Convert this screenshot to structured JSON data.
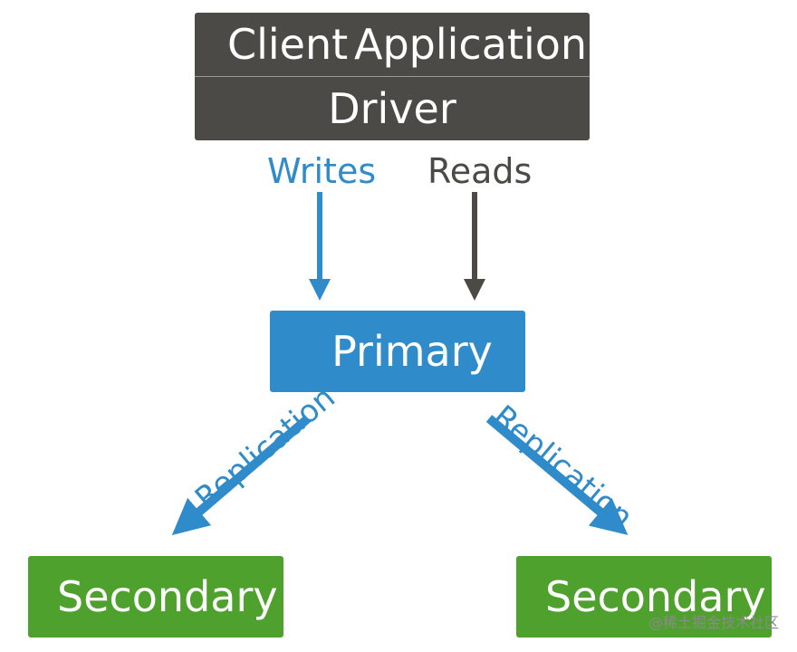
{
  "client": {
    "title_part1": "Client",
    "title_part2": "Application",
    "driver": "Driver"
  },
  "flows": {
    "writes": "Writes",
    "reads": "Reads",
    "replication_left": "Replication",
    "replication_right": "Replication"
  },
  "nodes": {
    "primary": "Primary",
    "secondary_left": "Secondary",
    "secondary_right": "Secondary"
  },
  "watermark": "@稀土掘金技术社区",
  "colors": {
    "client_bg": "#4b4a47",
    "primary_bg": "#2f8bc9",
    "secondary_bg": "#4fa12e",
    "writes_arrow": "#2f8bc9",
    "reads_arrow": "#4b4a47"
  }
}
